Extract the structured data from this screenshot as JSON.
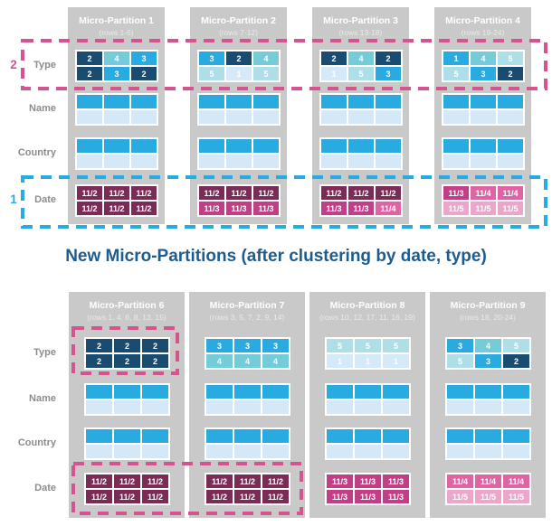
{
  "colors": {
    "card_bg": "#c9c9c9",
    "header_text": "#ffffff",
    "subheader_text": "#eaeaea",
    "label_gray": "#8c8c8c",
    "field_filled": "#29abe2",
    "field_empty": "#d4e8f8",
    "type": {
      "navy": "#1a4b71",
      "blue": "#29abe2",
      "teal": "#74ccd9",
      "light_teal": "#aedfe9",
      "pale_blue": "#d6e9f8"
    },
    "date": {
      "nov2": "#7b2c56",
      "nov3": "#c23e86",
      "nov4": "#de64a4",
      "nov5": "#eca6cb"
    },
    "annotation_pink": "#d5548f",
    "annotation_blue": "#29abe2",
    "title_navy": "#1e5c8e"
  },
  "row_labels": [
    "Type",
    "Name",
    "Country",
    "Date"
  ],
  "annotations": {
    "type_group": {
      "number": "2",
      "color": "#d5548f"
    },
    "date_group": {
      "number": "1",
      "color": "#29abe2"
    }
  },
  "section_title": "New Micro-Partitions (after clustering by date, type)",
  "top_partitions": [
    {
      "title": "Micro-Partition 1",
      "subtitle": "(rows 1-6)",
      "type": [
        {
          "value": "2",
          "color": "navy"
        },
        {
          "value": "4",
          "color": "teal"
        },
        {
          "value": "3",
          "color": "blue"
        },
        {
          "value": "2",
          "color": "navy"
        },
        {
          "value": "3",
          "color": "blue"
        },
        {
          "value": "2",
          "color": "navy"
        }
      ],
      "date": [
        {
          "value": "11/2",
          "color": "nov2"
        },
        {
          "value": "11/2",
          "color": "nov2"
        },
        {
          "value": "11/2",
          "color": "nov2"
        },
        {
          "value": "11/2",
          "color": "nov2"
        },
        {
          "value": "11/2",
          "color": "nov2"
        },
        {
          "value": "11/2",
          "color": "nov2"
        }
      ]
    },
    {
      "title": "Micro-Partition 2",
      "subtitle": "(rows 7-12)",
      "type": [
        {
          "value": "3",
          "color": "blue"
        },
        {
          "value": "2",
          "color": "navy"
        },
        {
          "value": "4",
          "color": "teal"
        },
        {
          "value": "5",
          "color": "light_teal"
        },
        {
          "value": "1",
          "color": "pale_blue"
        },
        {
          "value": "5",
          "color": "light_teal"
        }
      ],
      "date": [
        {
          "value": "11/2",
          "color": "nov2"
        },
        {
          "value": "11/2",
          "color": "nov2"
        },
        {
          "value": "11/2",
          "color": "nov2"
        },
        {
          "value": "11/3",
          "color": "nov3"
        },
        {
          "value": "11/3",
          "color": "nov3"
        },
        {
          "value": "11/3",
          "color": "nov3"
        }
      ]
    },
    {
      "title": "Micro-Partition 3",
      "subtitle": "(rows 13-18)",
      "type": [
        {
          "value": "2",
          "color": "navy"
        },
        {
          "value": "4",
          "color": "teal"
        },
        {
          "value": "2",
          "color": "navy"
        },
        {
          "value": "1",
          "color": "pale_blue"
        },
        {
          "value": "5",
          "color": "light_teal"
        },
        {
          "value": "3",
          "color": "blue"
        }
      ],
      "date": [
        {
          "value": "11/2",
          "color": "nov2"
        },
        {
          "value": "11/2",
          "color": "nov2"
        },
        {
          "value": "11/2",
          "color": "nov2"
        },
        {
          "value": "11/3",
          "color": "nov3"
        },
        {
          "value": "11/3",
          "color": "nov3"
        },
        {
          "value": "11/4",
          "color": "nov4"
        }
      ]
    },
    {
      "title": "Micro-Partition 4",
      "subtitle": "(rows 19-24)",
      "type": [
        {
          "value": "1",
          "color": "blue"
        },
        {
          "value": "4",
          "color": "teal"
        },
        {
          "value": "5",
          "color": "light_teal"
        },
        {
          "value": "5",
          "color": "light_teal"
        },
        {
          "value": "3",
          "color": "blue"
        },
        {
          "value": "2",
          "color": "navy"
        }
      ],
      "date": [
        {
          "value": "11/3",
          "color": "nov3"
        },
        {
          "value": "11/4",
          "color": "nov4"
        },
        {
          "value": "11/4",
          "color": "nov4"
        },
        {
          "value": "11/5",
          "color": "nov5"
        },
        {
          "value": "11/5",
          "color": "nov5"
        },
        {
          "value": "11/5",
          "color": "nov5"
        }
      ]
    }
  ],
  "bottom_partitions": [
    {
      "title": "Micro-Partition 6",
      "subtitle": "(rows 1, 4, 6, 8, 13, 15)",
      "type": [
        {
          "value": "2",
          "color": "navy"
        },
        {
          "value": "2",
          "color": "navy"
        },
        {
          "value": "2",
          "color": "navy"
        },
        {
          "value": "2",
          "color": "navy"
        },
        {
          "value": "2",
          "color": "navy"
        },
        {
          "value": "2",
          "color": "navy"
        }
      ],
      "date": [
        {
          "value": "11/2",
          "color": "nov2"
        },
        {
          "value": "11/2",
          "color": "nov2"
        },
        {
          "value": "11/2",
          "color": "nov2"
        },
        {
          "value": "11/2",
          "color": "nov2"
        },
        {
          "value": "11/2",
          "color": "nov2"
        },
        {
          "value": "11/2",
          "color": "nov2"
        }
      ]
    },
    {
      "title": "Micro-Partition 7",
      "subtitle": "(rows 3, 5, 7, 2, 9, 14)",
      "type": [
        {
          "value": "3",
          "color": "blue"
        },
        {
          "value": "3",
          "color": "blue"
        },
        {
          "value": "3",
          "color": "blue"
        },
        {
          "value": "4",
          "color": "teal"
        },
        {
          "value": "4",
          "color": "teal"
        },
        {
          "value": "4",
          "color": "teal"
        }
      ],
      "date": [
        {
          "value": "11/2",
          "color": "nov2"
        },
        {
          "value": "11/2",
          "color": "nov2"
        },
        {
          "value": "11/2",
          "color": "nov2"
        },
        {
          "value": "11/2",
          "color": "nov2"
        },
        {
          "value": "11/2",
          "color": "nov2"
        },
        {
          "value": "11/2",
          "color": "nov2"
        }
      ]
    },
    {
      "title": "Micro-Partition 8",
      "subtitle": "(rows 10, 12, 17, 11, 16, 19)",
      "type": [
        {
          "value": "5",
          "color": "light_teal"
        },
        {
          "value": "5",
          "color": "light_teal"
        },
        {
          "value": "5",
          "color": "light_teal"
        },
        {
          "value": "1",
          "color": "pale_blue"
        },
        {
          "value": "1",
          "color": "pale_blue"
        },
        {
          "value": "1",
          "color": "pale_blue"
        }
      ],
      "date": [
        {
          "value": "11/3",
          "color": "nov3"
        },
        {
          "value": "11/3",
          "color": "nov3"
        },
        {
          "value": "11/3",
          "color": "nov3"
        },
        {
          "value": "11/3",
          "color": "nov3"
        },
        {
          "value": "11/3",
          "color": "nov3"
        },
        {
          "value": "11/3",
          "color": "nov3"
        }
      ]
    },
    {
      "title": "Micro-Partition 9",
      "subtitle": "(rows 18, 20-24)",
      "type": [
        {
          "value": "3",
          "color": "blue"
        },
        {
          "value": "4",
          "color": "teal"
        },
        {
          "value": "5",
          "color": "light_teal"
        },
        {
          "value": "5",
          "color": "light_teal"
        },
        {
          "value": "3",
          "color": "blue"
        },
        {
          "value": "2",
          "color": "navy"
        }
      ],
      "date": [
        {
          "value": "11/4",
          "color": "nov4"
        },
        {
          "value": "11/4",
          "color": "nov4"
        },
        {
          "value": "11/4",
          "color": "nov4"
        },
        {
          "value": "11/5",
          "color": "nov5"
        },
        {
          "value": "11/5",
          "color": "nov5"
        },
        {
          "value": "11/5",
          "color": "nov5"
        }
      ]
    }
  ]
}
